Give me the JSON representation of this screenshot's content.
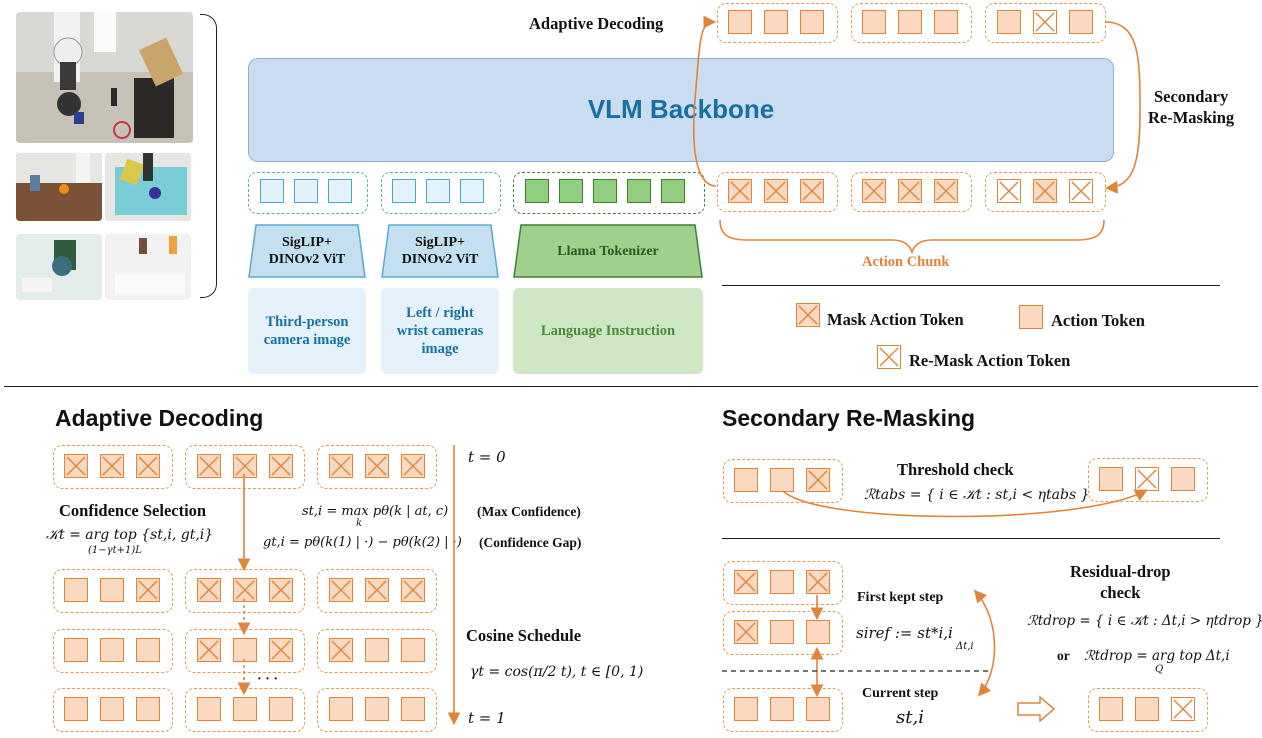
{
  "top": {
    "adaptive_decoding_label": "Adaptive Decoding",
    "backbone_label": "VLM Backbone",
    "secondary_remasking_label": "Secondary\nRe-Masking",
    "action_chunk_label": "Action Chunk",
    "encoders": {
      "vision_1": "SigLIP+\nDINOv2 ViT",
      "vision_2": "SigLIP+\nDINOv2 ViT",
      "language": "Llama Tokenizer"
    },
    "inputs": {
      "third_person": "Third-person\ncamera image",
      "wrist": "Left / right\nwrist cameras\nimage",
      "language": "Language Instruction"
    },
    "legend": {
      "mask_token": "Mask Action Token",
      "action_token": "Action Token",
      "remask_token": "Re-Mask Action Token"
    }
  },
  "adaptive": {
    "title": "Adaptive Decoding",
    "confidence_selection": "Confidence Selection",
    "k_formula_lhs": "𝒦",
    "k_formula": "𝒦t = arg top {st,i, gt,i}",
    "k_formula_sub": "(1−γt+1)L",
    "max_conf_formula": "st,i = max pθ(k | at, c)",
    "max_conf_sub": "k",
    "max_conf_label": "(Max Confidence)",
    "conf_gap_formula": "gt,i = pθ(k(1) | ·) − pθ(k(2) | ·)",
    "conf_gap_label": "(Confidence Gap)",
    "t0": "t = 0",
    "t1": "t = 1",
    "cosine_schedule": "Cosine Schedule",
    "cosine_formula": "γt = cos(π/2 t),  t ∈ [0, 1)",
    "ellipsis": "· · ·"
  },
  "remasking": {
    "title": "Secondary Re-Masking",
    "threshold_check": "Threshold check",
    "threshold_formula": "ℛtabs = { i ∈ 𝒦t : st,i < ηtabs }",
    "first_kept_step": "First kept step",
    "ref_formula": "siref := st*i,i",
    "ref_sub": "Δt,i",
    "current_step": "Current step",
    "current_formula": "st,i",
    "residual_drop_check": "Residual-drop\ncheck",
    "drop_formula": "ℛtdrop = { i ∈ 𝒦t : Δt,i > ηtdrop }",
    "or_label": "or",
    "drop_formula_2": "ℛtdrop = arg top Δt,i",
    "drop_formula_2_sub": "Q"
  },
  "colors": {
    "orange": "#e0843a",
    "orange_fill": "#fbd8c0",
    "blue": "#47a7d0",
    "green": "#3e7d32",
    "backbone": "#c9dcf0",
    "backbone_text": "#17709e"
  }
}
